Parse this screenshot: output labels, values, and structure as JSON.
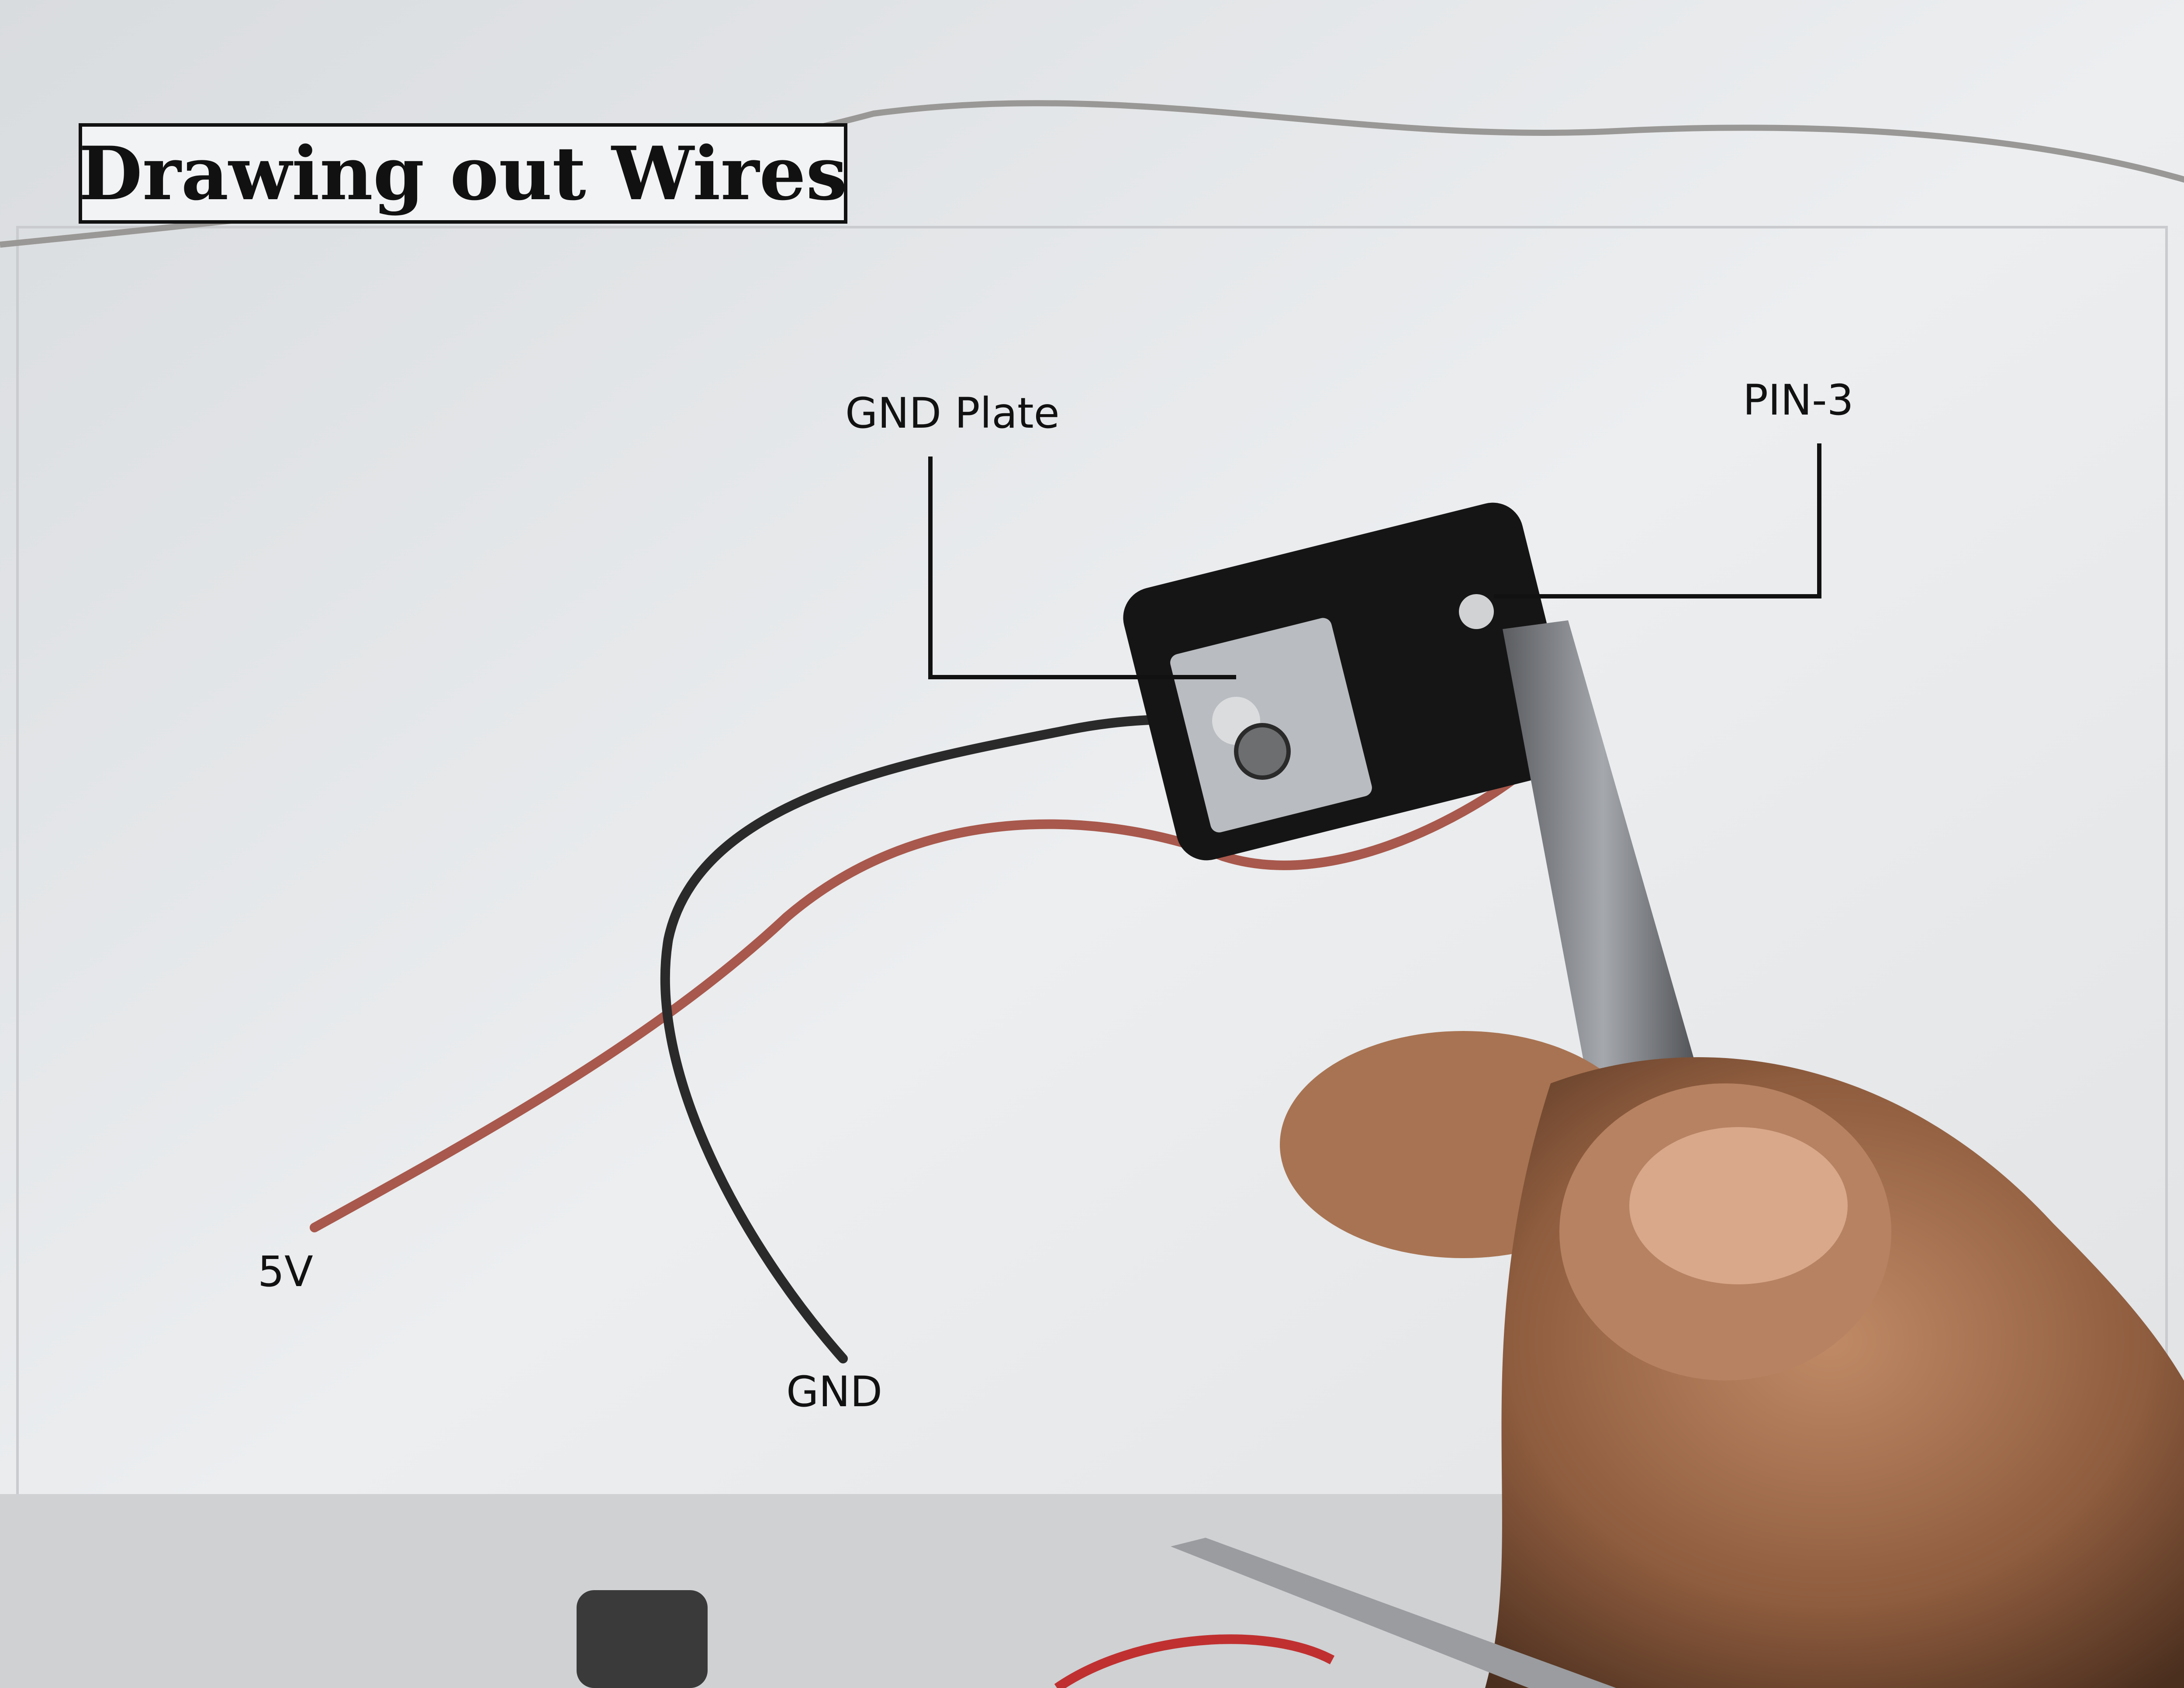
{
  "title": "Drawing out Wires",
  "labels": {
    "gnd_plate": "GND Plate",
    "pin3": "PIN-3",
    "five_v": "5V",
    "gnd": "GND"
  },
  "colors": {
    "paper": "#e4e6e8",
    "black_wire": "#2a2a2a",
    "red_wire": "#a8584c",
    "skin": "#8a5a3c",
    "tweezers": "#8a8c90",
    "heatsink": "#b9bcc0"
  }
}
